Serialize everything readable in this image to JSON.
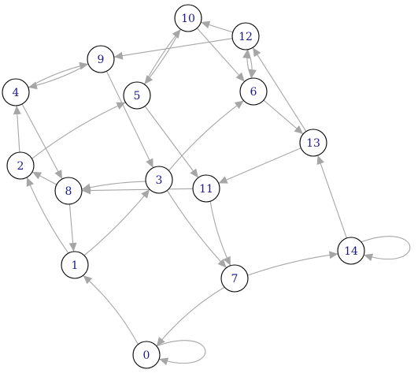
{
  "graph": {
    "directed": true,
    "colors": {
      "node_fill": "#ffffff",
      "node_stroke": "#000000",
      "label": "#1a1a8c",
      "edge": "#a6a6a6"
    },
    "nodes": [
      "0",
      "1",
      "2",
      "3",
      "4",
      "5",
      "6",
      "7",
      "8",
      "9",
      "10",
      "11",
      "12",
      "13",
      "14"
    ],
    "edges": [
      {
        "from": "0",
        "to": "0"
      },
      {
        "from": "0",
        "to": "1"
      },
      {
        "from": "1",
        "to": "2"
      },
      {
        "from": "1",
        "to": "3"
      },
      {
        "from": "2",
        "to": "4"
      },
      {
        "from": "2",
        "to": "5"
      },
      {
        "from": "3",
        "to": "6"
      },
      {
        "from": "3",
        "to": "7"
      },
      {
        "from": "3",
        "to": "8"
      },
      {
        "from": "4",
        "to": "8"
      },
      {
        "from": "4",
        "to": "9"
      },
      {
        "from": "5",
        "to": "10"
      },
      {
        "from": "5",
        "to": "11"
      },
      {
        "from": "6",
        "to": "12"
      },
      {
        "from": "6",
        "to": "13"
      },
      {
        "from": "7",
        "to": "0"
      },
      {
        "from": "7",
        "to": "14"
      },
      {
        "from": "8",
        "to": "1"
      },
      {
        "from": "8",
        "to": "2"
      },
      {
        "from": "9",
        "to": "3"
      },
      {
        "from": "9",
        "to": "4"
      },
      {
        "from": "10",
        "to": "5"
      },
      {
        "from": "10",
        "to": "6"
      },
      {
        "from": "11",
        "to": "7"
      },
      {
        "from": "11",
        "to": "8"
      },
      {
        "from": "12",
        "to": "6"
      },
      {
        "from": "12",
        "to": "9"
      },
      {
        "from": "12",
        "to": "10"
      },
      {
        "from": "13",
        "to": "11"
      },
      {
        "from": "13",
        "to": "12"
      },
      {
        "from": "14",
        "to": "13"
      },
      {
        "from": "14",
        "to": "14"
      }
    ]
  }
}
